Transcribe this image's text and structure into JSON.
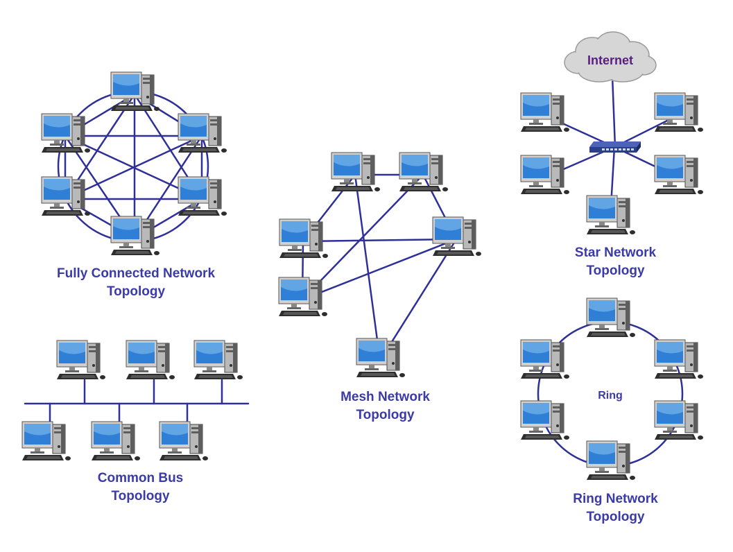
{
  "colors": {
    "link": "#2f2f9a",
    "label": "#3a3aa8",
    "internet_label": "#5a1d80",
    "cloud_fill": "#d6d6d6",
    "cloud_stroke": "#9a9a9a",
    "screen": "#2f7fd6",
    "screen_glow": "#8cc4f2",
    "case": "#5e5e5e",
    "case_light": "#b9b9b9",
    "keyboard": "#2e2e2e",
    "switch": "#2a3f8c"
  },
  "icons": {
    "computer": "desktop-computer-icon",
    "switch": "network-switch-icon",
    "cloud": "internet-cloud-icon"
  },
  "labels": {
    "fully_connected": [
      "Fully Connected Network",
      "Topology"
    ],
    "common_bus": [
      "Common Bus",
      "Topology"
    ],
    "mesh": [
      "Mesh Network",
      "Topology"
    ],
    "star": [
      "Star Network",
      "Topology"
    ],
    "ring": [
      "Ring Network",
      "Topology"
    ],
    "ring_center": "Ring",
    "internet": "Internet"
  }
}
